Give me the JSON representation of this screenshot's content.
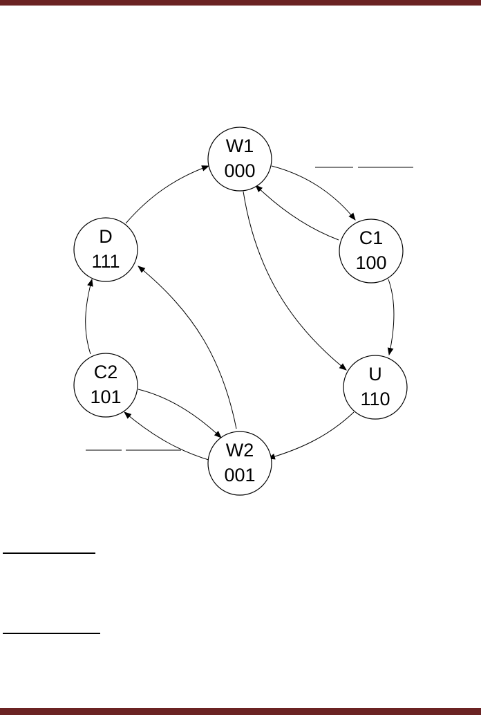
{
  "colors": {
    "page_border": "#6b2323",
    "ink": "#000000"
  },
  "states": [
    {
      "id": "W1",
      "name": "W1",
      "code": "000"
    },
    {
      "id": "C1",
      "name": "C1",
      "code": "100"
    },
    {
      "id": "U",
      "name": "U",
      "code": "110"
    },
    {
      "id": "W2",
      "name": "W2",
      "code": "001"
    },
    {
      "id": "C2",
      "name": "C2",
      "code": "101"
    },
    {
      "id": "D",
      "name": "D",
      "code": "111"
    }
  ],
  "transitions": [
    {
      "from": "W1",
      "to": "C1"
    },
    {
      "from": "C1",
      "to": "W1"
    },
    {
      "from": "W1",
      "to": "U"
    },
    {
      "from": "C1",
      "to": "U"
    },
    {
      "from": "U",
      "to": "W2"
    },
    {
      "from": "W2",
      "to": "C2"
    },
    {
      "from": "C2",
      "to": "W2"
    },
    {
      "from": "W2",
      "to": "D"
    },
    {
      "from": "C2",
      "to": "D"
    },
    {
      "from": "D",
      "to": "W1"
    }
  ]
}
